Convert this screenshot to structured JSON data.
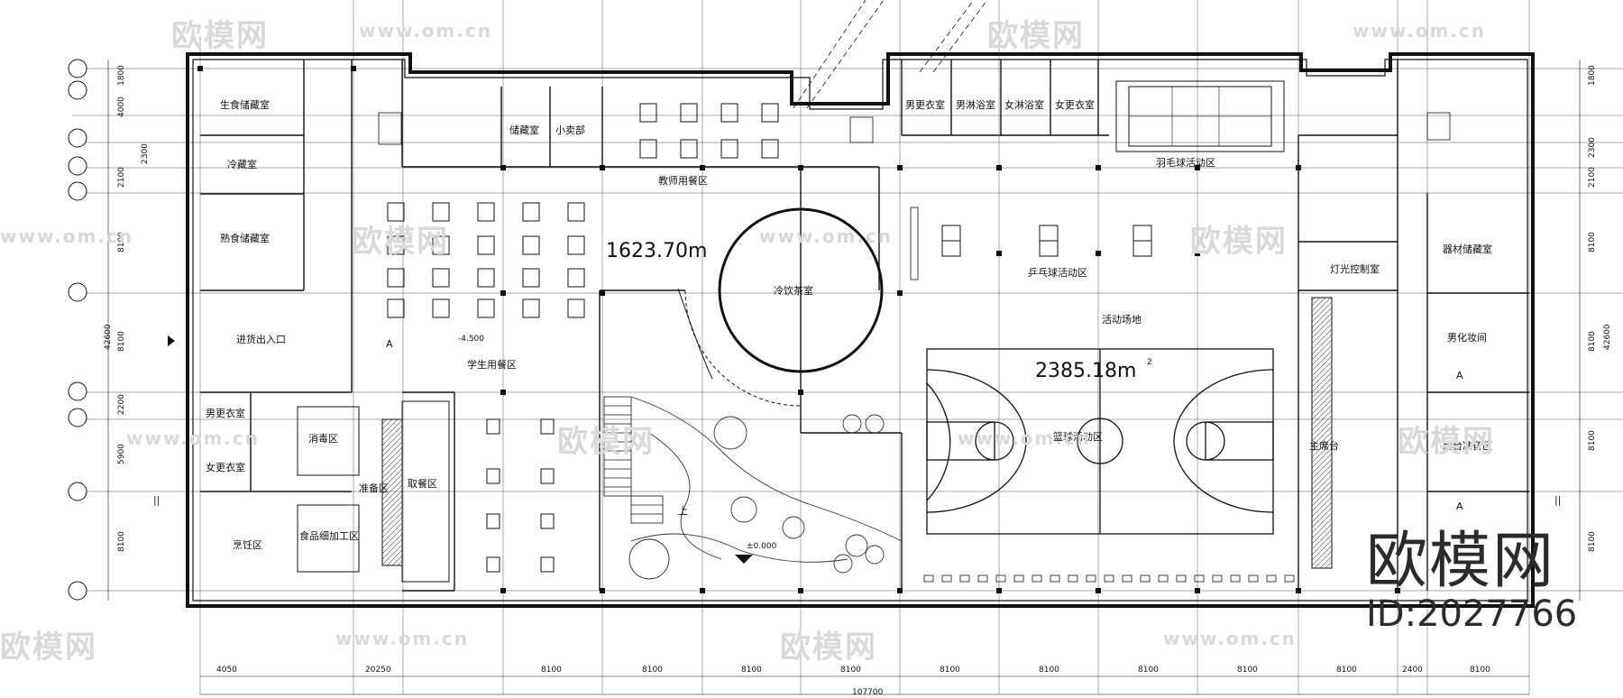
{
  "watermarks": {
    "logo": "欧模网",
    "url": "www.om.cn"
  },
  "brand": {
    "name": "欧模网",
    "id": "ID:2027766"
  },
  "areas": {
    "left": "1623.70m",
    "right": "2385.18m",
    "right_sup": "2"
  },
  "elevations": {
    "lower": "-4.500",
    "ground": "±0.000"
  },
  "rooms": {
    "raw_storage": "生食储藏室",
    "cold_room": "冷藏室",
    "cooked_storage": "熟食储藏室",
    "goods_entrance": "进货出入口",
    "male_locker_left": "男更衣室",
    "female_locker_left": "女更衣室",
    "disinfection": "消毒区",
    "food_processing": "食品细加工区",
    "prep": "准备区",
    "serving": "取餐区",
    "cooking": "烹饪区",
    "storage": "储藏室",
    "shop": "小卖部",
    "teacher_dining": "教师用餐区",
    "student_dining": "学生用餐区",
    "drinks_room": "冷饮茶室",
    "male_locker_right": "男更衣室",
    "male_shower": "男淋浴室",
    "female_shower": "女淋浴室",
    "female_locker_right": "女更衣室",
    "badminton": "羽毛球活动区",
    "pingpong": "乒乓球活动区",
    "activity_hall": "活动场地",
    "basketball": "篮球活动区",
    "lighting_control": "灯光控制室",
    "equipment_storage": "器材储藏室",
    "dressing": "男化妆间",
    "stage": "主席台",
    "backstage": "后台准备区"
  },
  "dims_bottom": [
    "4050",
    "20250",
    "8100",
    "8100",
    "8100",
    "8100",
    "8100",
    "8100",
    "8100",
    "8100",
    "8100",
    "2400",
    "8100"
  ],
  "dim_total": "107700",
  "dims_left": [
    "1800",
    "4000",
    "2300",
    "2100",
    "8100",
    "8100",
    "2200",
    "5900",
    "8100"
  ],
  "dim_left_total": "42600",
  "dims_right": [
    "1800",
    "2300",
    "2100",
    "8100",
    "8100",
    "8100",
    "8100"
  ],
  "dim_right_total": "42600",
  "marks": {
    "section": "A",
    "stair_up": "上",
    "tick": "||"
  }
}
